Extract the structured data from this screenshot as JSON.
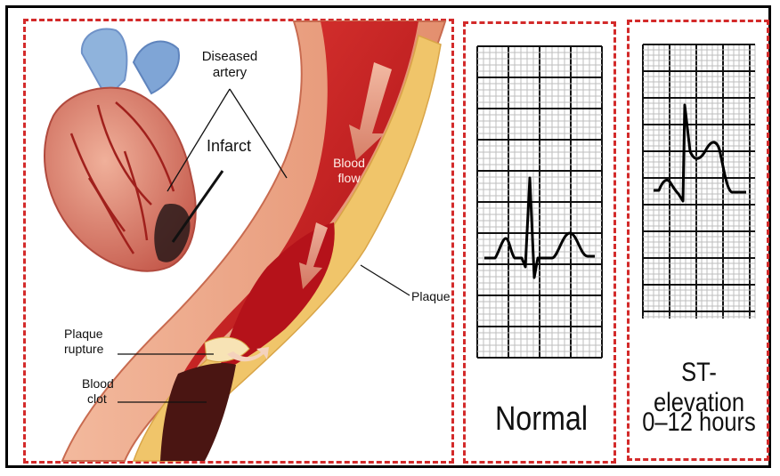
{
  "illustration": {
    "labels": {
      "diseased_artery_line1": "Diseased",
      "diseased_artery_line2": "artery",
      "infarct": "Infarct",
      "blood_flow_line1": "Blood",
      "blood_flow_line2": "flow",
      "plaque": "Plaque",
      "plaque_rupture_line1": "Plaque",
      "plaque_rupture_line2": "rupture",
      "blood_clot_line1": "Blood",
      "blood_clot_line2": "clot"
    },
    "colors": {
      "artery_wall": "#e79a7c",
      "blood": "#c0141a",
      "plaque": "#f0c56a",
      "heart": "#d9796a",
      "vessel_blue": "#6f92c8"
    }
  },
  "ecg": {
    "normal": {
      "caption": "Normal"
    },
    "st_elevation": {
      "caption_line1": "ST-elevation",
      "caption_line2": "0–12 hours"
    }
  },
  "colors": {
    "dashed_border": "#d32a2a",
    "frame": "#000000"
  }
}
